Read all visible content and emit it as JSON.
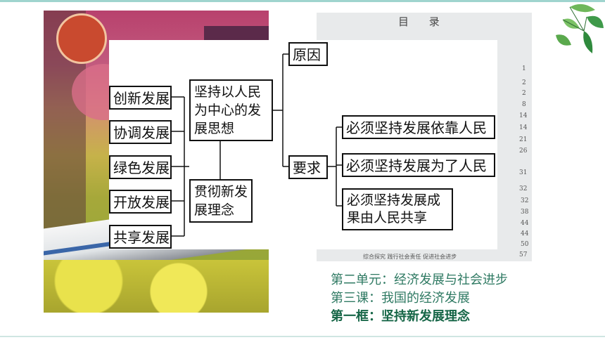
{
  "background": {
    "toc_title": "目 录",
    "toc_page_numbers": [
      "1",
      "2",
      "2",
      "8",
      "14",
      "14",
      "21",
      "26",
      "31",
      "32",
      "32",
      "38",
      "44",
      "44",
      "50"
    ],
    "toc_footer": "综合探究 践行社会责任 促进社会进步",
    "toc_footer_page": "57"
  },
  "diagram": {
    "nodes": {
      "innovation": "创新发展",
      "coordination": "协调发展",
      "green": "绿色发展",
      "openness": "开放发展",
      "sharing": "共享发展",
      "people_centered": "坚持以人民为中心的发展思想",
      "implement": "贯彻新发展理念",
      "reason": "原因",
      "requirement": "要求",
      "req1": "必须坚持发展依靠人民",
      "req2": "必须坚持发展为了人民",
      "req3": "必须坚持发展成果由人民共享"
    }
  },
  "caption": {
    "unit": "第二单元：经济发展与社会进步",
    "lesson": "第三课：我国的经济发展",
    "section": "第一框：坚持新发展理念"
  },
  "colors": {
    "caption": "#2f7a63",
    "caption_bold": "#166647",
    "frame": "#9fd4ce"
  }
}
